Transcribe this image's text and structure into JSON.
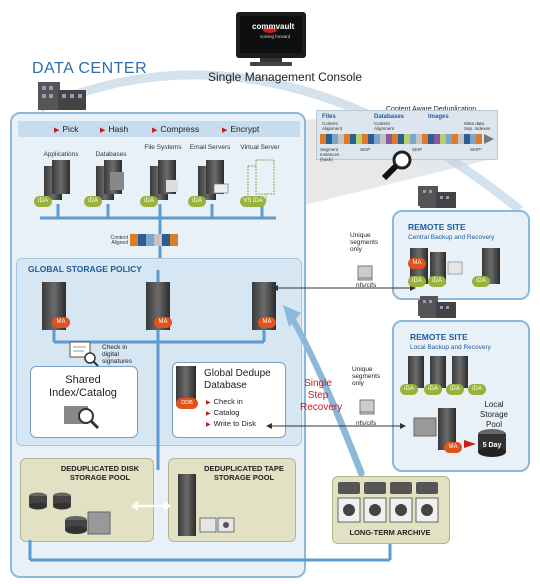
{
  "header": {
    "brand": "commvault",
    "tagline": "solving forward",
    "console_label": "Single Management Console"
  },
  "data_center": {
    "title": "DATA CENTER",
    "steps": [
      "Pick",
      "Hash",
      "Compress",
      "Encrypt"
    ],
    "agents": [
      {
        "label": "Applications",
        "badge": "iDA"
      },
      {
        "label": "Databases",
        "badge": "iDA"
      },
      {
        "label": "File Systems",
        "badge": "iDA"
      },
      {
        "label": "Email Servers",
        "badge": "iDA"
      },
      {
        "label": "Virtual Server",
        "badge": "VS iDA"
      }
    ],
    "content_aligned_label": "Content Aligned"
  },
  "dedup_lens": {
    "title": "Content Aware Deduplication",
    "columns": [
      {
        "name": "Files",
        "sub": "Content Alignment"
      },
      {
        "name": "Databases",
        "sub": "Content Alignment"
      },
      {
        "name": "Images",
        "sub": "Meta data Sep. Indexes"
      }
    ],
    "sub_labels": [
      "Segment Instances (hash)",
      "SKIP",
      "SKIP",
      "SKIP*"
    ]
  },
  "storage_policy": {
    "title": "GLOBAL STORAGE POLICY",
    "media_agents": [
      "MA",
      "MA",
      "MA"
    ],
    "signature_label": "Check in digital signatures",
    "shared_index": "Shared Index/Catalog",
    "dedupe_db": {
      "title": "Global Dedupe Database",
      "badge": "DDB",
      "items": [
        "Check in",
        "Catalog",
        "Write to Disk"
      ]
    }
  },
  "pools": {
    "disk": "DEDUPLICATED DISK STORAGE POOL",
    "tape": "DEDUPLICATED TAPE STORAGE POOL"
  },
  "remote_sites": [
    {
      "title": "REMOTE SITE",
      "subtitle": "Central Backup and Recovery",
      "badges": [
        "MA",
        "iDA",
        "iDA",
        "iDA"
      ]
    },
    {
      "title": "REMOTE SITE",
      "subtitle": "Local Backup and Recovery",
      "badges": [
        "iDA",
        "iDA",
        "iDA",
        "iDA",
        "MA"
      ],
      "local_pool": "Local Storage Pool",
      "retention": "5 Day"
    }
  ],
  "transfer": {
    "unique_1": "Unique segments only",
    "unique_2": "Unique segments only",
    "nfs_1": "nfs/cifs",
    "nfs_2": "nfs/cifs",
    "single_step": "Single Step Recovery"
  },
  "archive": {
    "label": "LONG-TERM ARCHIVE"
  },
  "colors": {
    "primary_blue": "#2d6fae",
    "panel_blue": "#e9f1f8",
    "accent_red": "#c41e1e",
    "ma_orange": "#e0531b",
    "ida_green": "#9ab23c",
    "pool_khaki": "#e2e1c3"
  }
}
